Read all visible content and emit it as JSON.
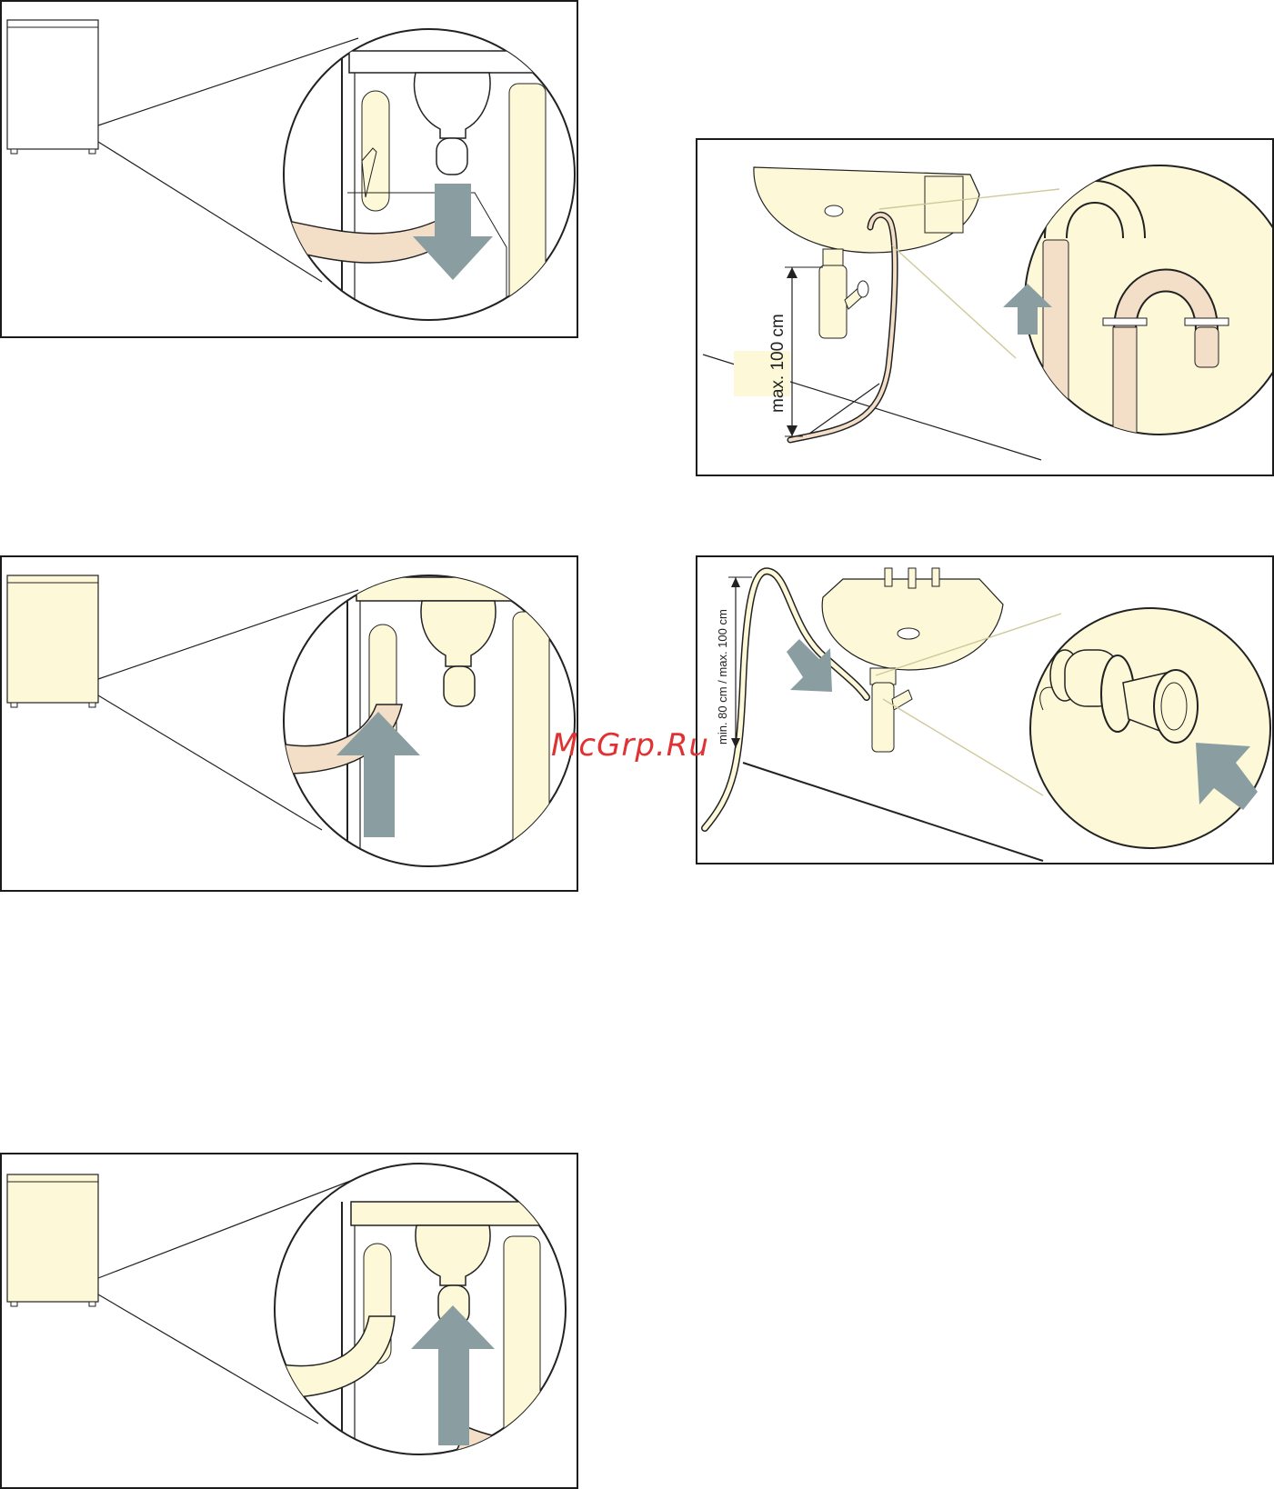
{
  "watermark": "McGrp.Ru",
  "panels": {
    "sink_hook": {
      "dimension_label": "max. 100 cm"
    },
    "sink_trap": {
      "dimension_label": "min. 80 cm / max. 100 cm"
    }
  },
  "colors": {
    "cream": "#fdf8d8",
    "hose": "#f3dfc8",
    "arrow": "#8a9ea2",
    "line": "#1a1a1a",
    "watermark": "#e03232"
  },
  "icons": [
    "arrow-down-icon",
    "arrow-up-icon",
    "arrow-diagonal-icon"
  ]
}
